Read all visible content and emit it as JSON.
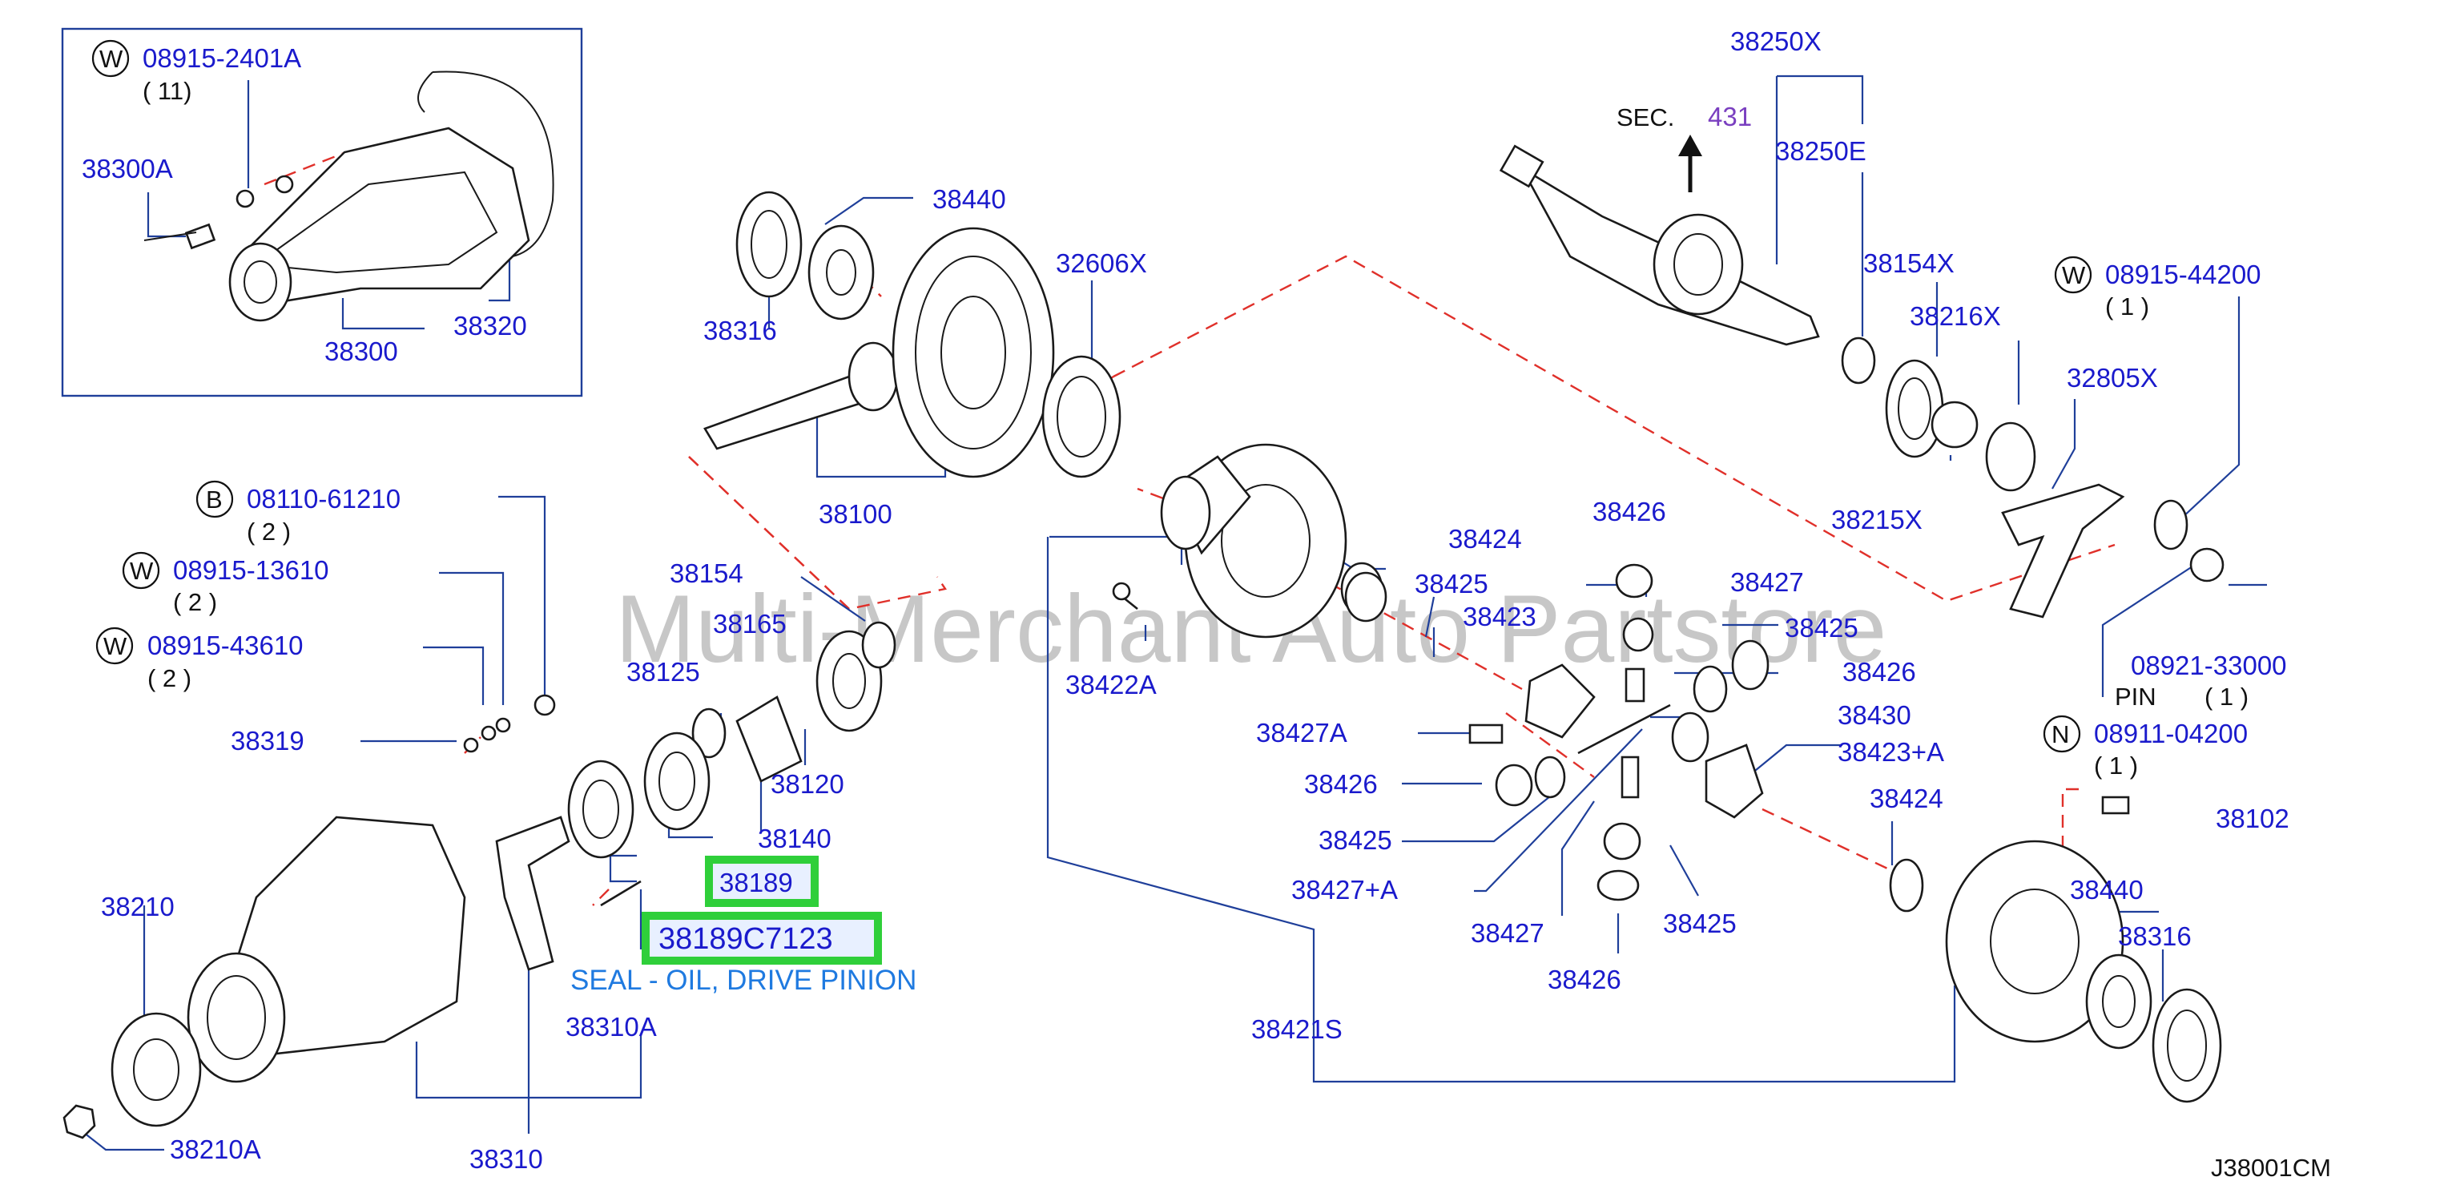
{
  "watermark": "Multi-Merchant Auto Partstore",
  "diagram_code": "J38001CM",
  "sec_label": "SEC.",
  "sec_number": "431",
  "highlight": {
    "part_number": "38189",
    "full_part_number": "38189C7123",
    "description": "SEAL - OIL, DRIVE PINION"
  },
  "fastener_codes": [
    {
      "letter": "W",
      "number": "08915-2401A",
      "qty": "( 11)"
    },
    {
      "letter": "B",
      "number": "08110-61210",
      "qty": "( 2 )"
    },
    {
      "letter": "W",
      "number": "08915-13610",
      "qty": "( 2 )"
    },
    {
      "letter": "W",
      "number": "08915-43610",
      "qty": "( 2 )"
    },
    {
      "letter": "W",
      "number": "08915-44200",
      "qty": "( 1 )"
    },
    {
      "letter": "N",
      "number": "08911-04200",
      "qty": "( 1 )"
    }
  ],
  "pin": {
    "number": "08921-33000",
    "label": "PIN",
    "qty": "( 1 )"
  },
  "labels": {
    "p38300A": "38300A",
    "p38300": "38300",
    "p38320": "38320",
    "p38316a": "38316",
    "p38440a": "38440",
    "p38100": "38100",
    "p32606X": "32606X",
    "p38250X": "38250X",
    "p38250E": "38250E",
    "p38154X": "38154X",
    "p38216X": "38216X",
    "p32805X": "32805X",
    "p38215X": "38215X",
    "p38154": "38154",
    "p38165": "38165",
    "p38125": "38125",
    "p38120": "38120",
    "p38140": "38140",
    "p38319": "38319",
    "p38210": "38210",
    "p38210A": "38210A",
    "p38310A": "38310A",
    "p38310": "38310",
    "p38422A": "38422A",
    "p38424a": "38424",
    "p38426a": "38426",
    "p38425a": "38425",
    "p38423": "38423",
    "p38427a": "38427",
    "p38425b": "38425",
    "p38426b": "38426",
    "p38427A": "38427A",
    "p38430": "38430",
    "p38423A": "38423+A",
    "p38426c": "38426",
    "p38425c": "38425",
    "p38427A2": "38427+A",
    "p38427b": "38427",
    "p38425d": "38425",
    "p38426d": "38426",
    "p38424b": "38424",
    "p38421S": "38421S",
    "p38102": "38102",
    "p38440b": "38440",
    "p38316b": "38316"
  }
}
